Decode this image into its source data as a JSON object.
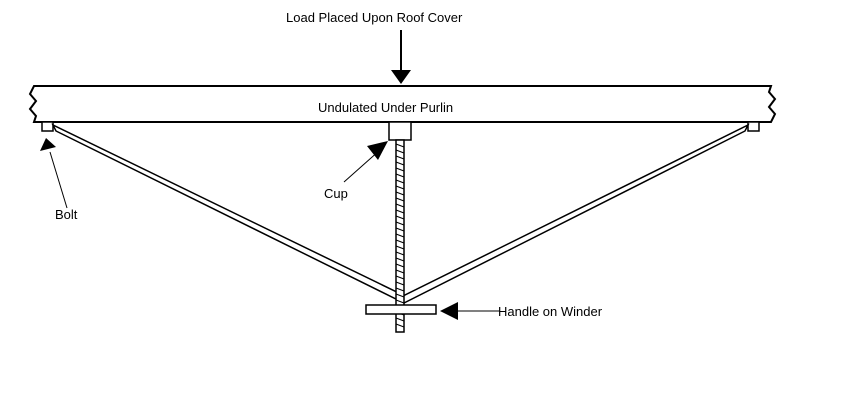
{
  "labels": {
    "load": "Load Placed Upon Roof Cover",
    "purlin": "Undulated Under Purlin",
    "cup": "Cup",
    "bolt": "Bolt",
    "handle": "Handle on Winder"
  }
}
